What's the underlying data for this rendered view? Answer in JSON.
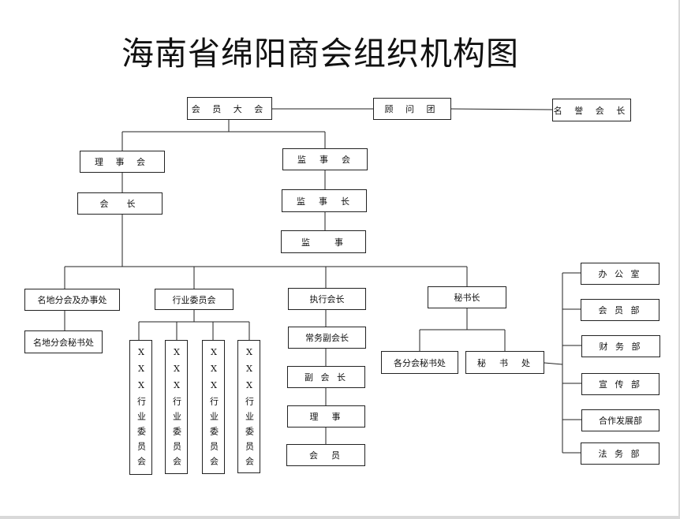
{
  "title": "海南省绵阳商会组织机构图",
  "top": {
    "general_assembly": "会 员 大 会",
    "advisors": "顾 问 团",
    "honorary_president": "名 誉 会 长"
  },
  "council": {
    "board": "理 事 会",
    "president": "会　长"
  },
  "supervision": {
    "board": "监　事　会",
    "chief": "监　事　长",
    "supervisor": "监　　事"
  },
  "branches": {
    "regional": "名地分会及办事处",
    "regional_secretariat": "名地分会秘书处",
    "industry": "行业委员会",
    "industry_committees": [
      "XXX行业委员会",
      "XXX行业委员会",
      "XXX行业委员会",
      "XXX行业委员会"
    ]
  },
  "executive": {
    "executive_president": "执行会长",
    "standing_vp": "常务副会长",
    "vp": "副 会 长",
    "director": "理　事",
    "member": "会　员"
  },
  "secretariat": {
    "secretary_general": "秘书长",
    "branch_secretariats": "各分会秘书处",
    "office": "秘　书　处",
    "departments": [
      "办 公 室",
      "会 员 部",
      "财 务 部",
      "宣 传 部",
      "合作发展部",
      "法 务 部"
    ]
  }
}
